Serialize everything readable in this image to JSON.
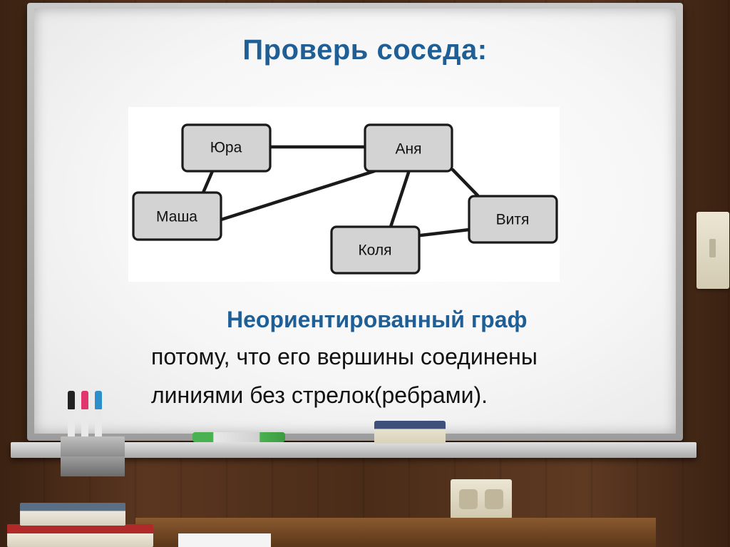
{
  "slide": {
    "title": "Проверь соседа:",
    "line1": "Неориентированный граф",
    "line2": "потому, что его вершины соединены",
    "line3": "линиями без стрелок(ребрами)."
  },
  "graph": {
    "nodes": {
      "yura": "Юра",
      "anya": "Аня",
      "masha": "Маша",
      "kolya": "Коля",
      "vitya": "Витя"
    },
    "edges": [
      [
        "Юра",
        "Аня"
      ],
      [
        "Юра",
        "Маша"
      ],
      [
        "Маша",
        "Аня"
      ],
      [
        "Аня",
        "Коля"
      ],
      [
        "Аня",
        "Витя"
      ],
      [
        "Коля",
        "Витя"
      ]
    ]
  },
  "colors": {
    "title": "#1f5f96",
    "node_fill": "#d3d3d3",
    "node_stroke": "#1a1a1a"
  }
}
